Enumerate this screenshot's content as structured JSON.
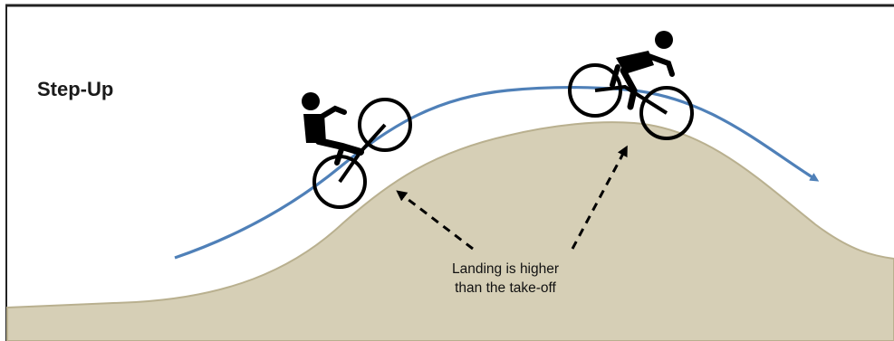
{
  "title": "Step-Up",
  "caption": {
    "line1": "Landing is higher",
    "line2": "than the take-off"
  },
  "colors": {
    "terrain": "#d6cfb6",
    "terrain_edge": "#b9b08f",
    "trajectory": "#4f80b8",
    "rider": "#000000",
    "border": "#222222"
  },
  "icons": [
    "bicycle-rider-icon",
    "bicycle-rider-icon",
    "dashed-arrow-icon",
    "dashed-arrow-icon",
    "trajectory-arrow-icon"
  ]
}
